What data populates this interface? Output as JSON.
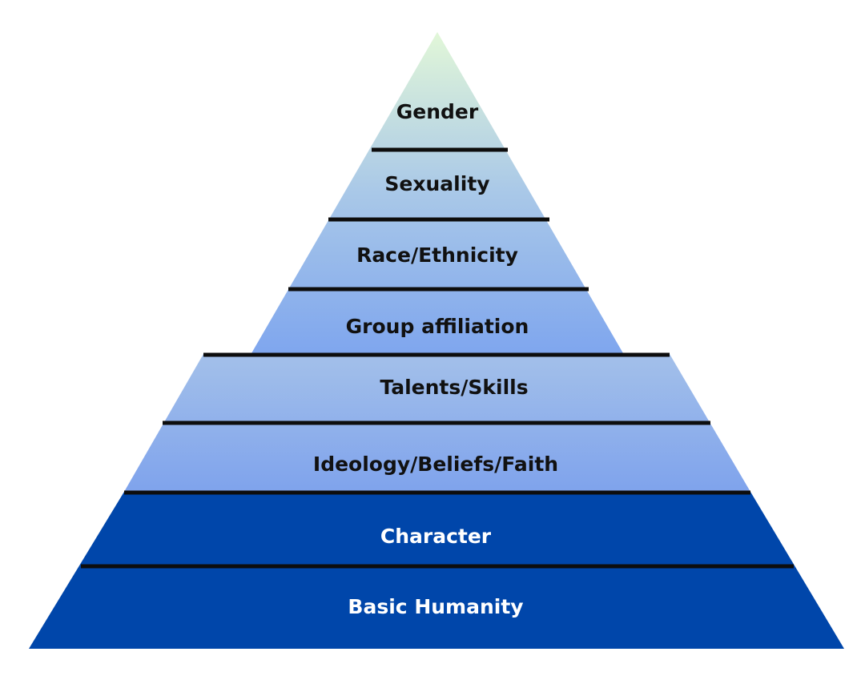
{
  "pyramid": {
    "layers": [
      {
        "label": "Gender",
        "text_color": "#111111"
      },
      {
        "label": "Sexuality",
        "text_color": "#111111"
      },
      {
        "label": "Race/Ethnicity",
        "text_color": "#111111"
      },
      {
        "label": "Group affiliation",
        "text_color": "#111111"
      },
      {
        "label": "Talents/Skills",
        "text_color": "#111111"
      },
      {
        "label": "Ideology/Beliefs/Faith",
        "text_color": "#111111"
      },
      {
        "label": "Character",
        "text_color": "#ffffff"
      },
      {
        "label": "Basic Humanity",
        "text_color": "#ffffff"
      }
    ],
    "colors": {
      "apex_top": "#e2f7d8",
      "upper_mid": "#a9c8e8",
      "upper_bottom": "#7fa6ee",
      "lower_top": "#a3c0ea",
      "lower_bottom": "#7fa3ec",
      "base": "#0046aa",
      "divider": "#0d0d0d"
    }
  }
}
